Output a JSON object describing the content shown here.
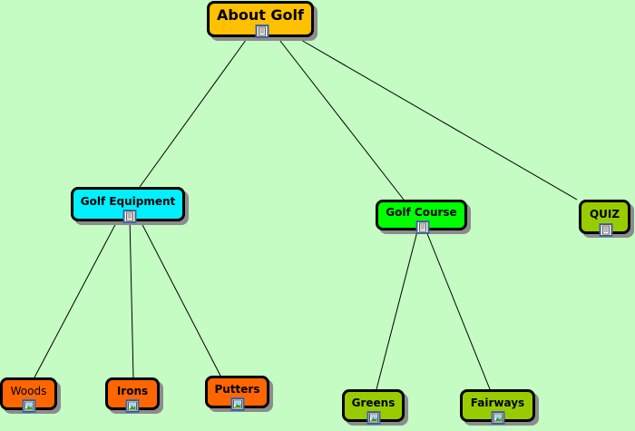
{
  "diagram": {
    "nodes": [
      {
        "id": "root",
        "label": "About Golf",
        "icon": "document-icon"
      },
      {
        "id": "equip",
        "label": "Golf Equipment",
        "icon": "document-icon"
      },
      {
        "id": "course",
        "label": "Golf Course",
        "icon": "document-icon"
      },
      {
        "id": "quiz",
        "label": "QUIZ",
        "icon": "document-icon"
      },
      {
        "id": "woods",
        "label": "Woods",
        "icon": "image-icon"
      },
      {
        "id": "irons",
        "label": "Irons",
        "icon": "image-icon"
      },
      {
        "id": "putters",
        "label": "Putters",
        "icon": "image-icon"
      },
      {
        "id": "greens",
        "label": "Greens",
        "icon": "image-icon"
      },
      {
        "id": "fairways",
        "label": "Fairways",
        "icon": "image-icon"
      }
    ],
    "edges": [
      [
        "root",
        "equip"
      ],
      [
        "root",
        "course"
      ],
      [
        "root",
        "quiz"
      ],
      [
        "equip",
        "woods"
      ],
      [
        "equip",
        "irons"
      ],
      [
        "equip",
        "putters"
      ],
      [
        "course",
        "greens"
      ],
      [
        "course",
        "fairways"
      ]
    ],
    "colors": {
      "background": "#c4fcc4",
      "root": "#ffc000",
      "equipment": "#00f0ff",
      "course": "#00ff00",
      "leaf_green": "#99cc00",
      "leaf_orange": "#ff6600"
    }
  }
}
